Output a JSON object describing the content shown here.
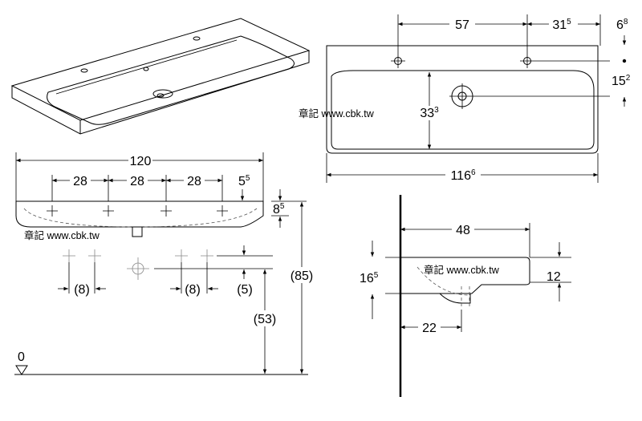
{
  "watermark": "章記 www.cbk.tw",
  "top_view": {
    "dim_hole_spacing": {
      "main": "57",
      "sup": ""
    },
    "dim_hole_to_edge": {
      "main": "31",
      "sup": "5"
    },
    "dim_hole_from_back": {
      "main": "6",
      "sup": "8"
    },
    "dim_drain_from_back": {
      "main": "15",
      "sup": "2"
    },
    "dim_bowl_depth": {
      "main": "33",
      "sup": "3"
    },
    "dim_overall_width": {
      "main": "116",
      "sup": "6"
    }
  },
  "front_view": {
    "dim_total_width": {
      "main": "120",
      "sup": ""
    },
    "dim_spacing_1": {
      "main": "28",
      "sup": ""
    },
    "dim_spacing_2": {
      "main": "28",
      "sup": ""
    },
    "dim_spacing_3": {
      "main": "28",
      "sup": ""
    },
    "dim_edge_offset": {
      "main": "5",
      "sup": "5"
    },
    "dim_rim_height": {
      "main": "8",
      "sup": "5"
    },
    "dim_pipe_a": {
      "main": "(8)",
      "sup": ""
    },
    "dim_pipe_b": {
      "main": "(8)",
      "sup": ""
    },
    "dim_pipe_c": {
      "main": "(5)",
      "sup": ""
    },
    "dim_drain_height": {
      "main": "(53)",
      "sup": ""
    },
    "dim_install_height": {
      "main": "(85)",
      "sup": ""
    },
    "floor_label": "0"
  },
  "side_view": {
    "dim_projection": {
      "main": "48",
      "sup": ""
    },
    "dim_total_height": {
      "main": "16",
      "sup": "5"
    },
    "dim_front_height": {
      "main": "12",
      "sup": ""
    },
    "dim_drain_from_wall": {
      "main": "22",
      "sup": ""
    }
  }
}
